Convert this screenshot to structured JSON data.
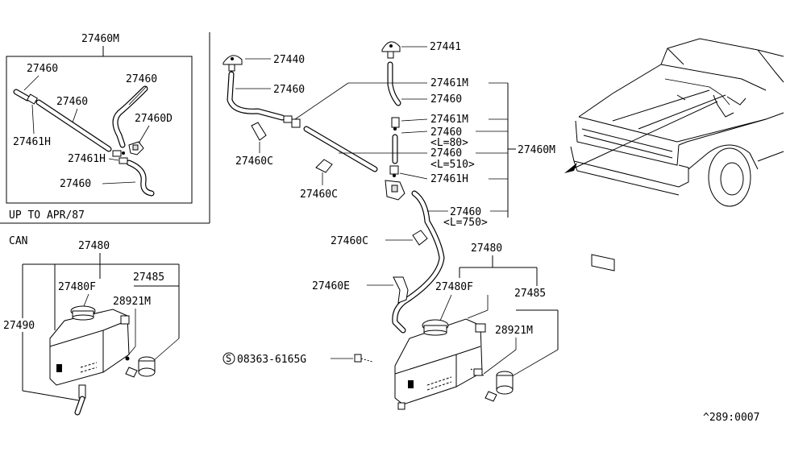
{
  "diagram": {
    "inset_box": {
      "title": "27460M",
      "note": "UP TO APR/87",
      "labels": {
        "hose_a": "27460",
        "hose_b": "27460",
        "hose_c": "27460",
        "hose_d": "27460",
        "clip_d": "27460D",
        "joint_a": "27461H",
        "joint_b": "27461H"
      }
    },
    "can_section": {
      "region": "CAN",
      "labels": {
        "tank_assy": "27480",
        "tank_cap": "27480F",
        "pump_assy": "27485",
        "pump_motor": "28921M",
        "tube_assy": "27490"
      }
    },
    "main_section": {
      "labels": {
        "nozzle_left": "27440",
        "nozzle_right": "27441",
        "hose_left": "27460",
        "clip_upper": "27460C",
        "clip_middle": "27460C",
        "clip_lower": "27460C",
        "clip_e": "27460E",
        "bolt": "08363-6165G",
        "bolt_marker": "S",
        "tank_assy": "27480",
        "tank_cap": "27480F",
        "pump_assy": "27485",
        "pump_motor": "28921M",
        "hose_assy": "27460M"
      },
      "bracket_items": [
        {
          "part": "27461M",
          "spec": ""
        },
        {
          "part": "27460",
          "spec": ""
        },
        {
          "part": "27461M",
          "spec": ""
        },
        {
          "part": "27460",
          "spec": "<L=80>"
        },
        {
          "part": "27460",
          "spec": "<L=510>"
        },
        {
          "part": "27461H",
          "spec": ""
        },
        {
          "part": "27460",
          "spec": "<L=750>"
        }
      ]
    },
    "catalog_code": "^289:0007"
  }
}
